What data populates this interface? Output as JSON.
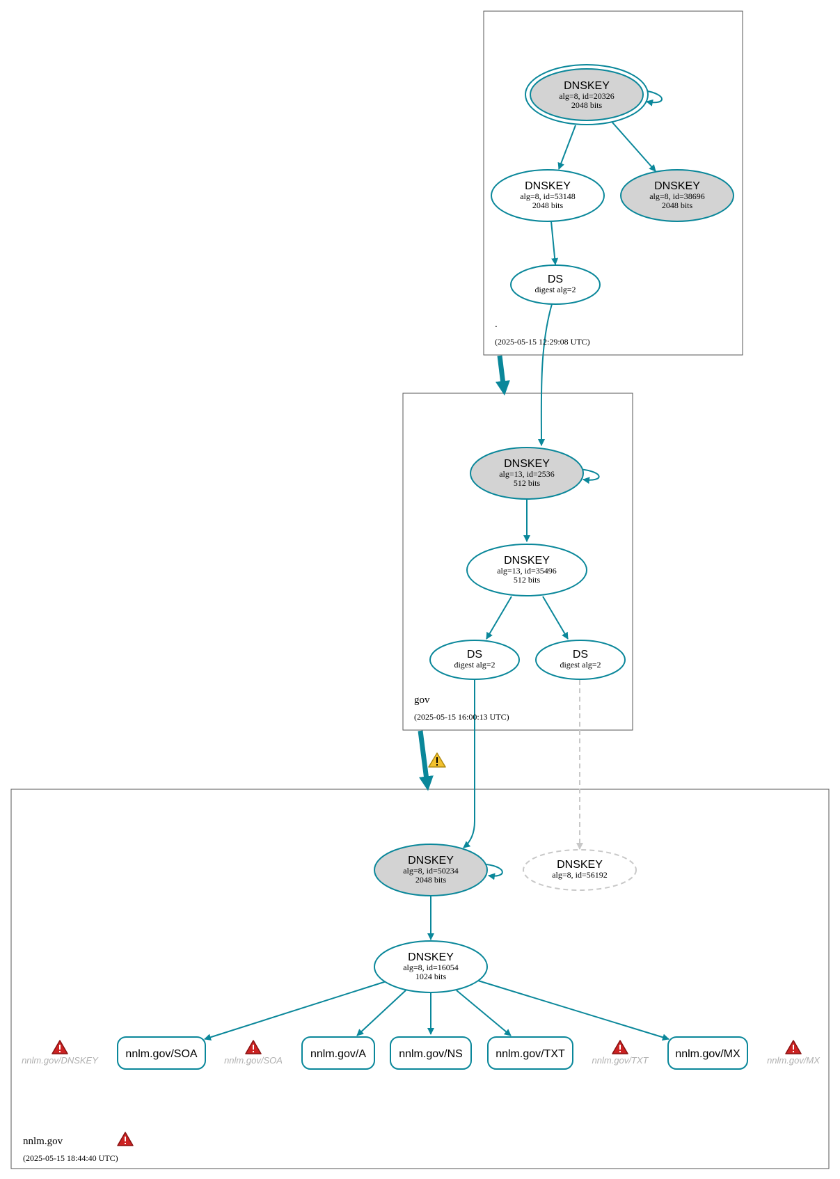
{
  "zones": {
    "root": {
      "name": ".",
      "timestamp": "(2025-05-15 12:29:08 UTC)"
    },
    "gov": {
      "name": "gov",
      "timestamp": "(2025-05-15 16:00:13 UTC)"
    },
    "nnlm": {
      "name": "nnlm.gov",
      "timestamp": "(2025-05-15 18:44:40 UTC)"
    }
  },
  "nodes": {
    "root_ksk": {
      "type": "DNSKEY",
      "line1": "alg=8, id=20326",
      "line2": "2048 bits"
    },
    "root_zsk": {
      "type": "DNSKEY",
      "line1": "alg=8, id=53148",
      "line2": "2048 bits"
    },
    "root_ksk2": {
      "type": "DNSKEY",
      "line1": "alg=8, id=38696",
      "line2": "2048 bits"
    },
    "root_ds": {
      "type": "DS",
      "line1": "digest alg=2"
    },
    "gov_ksk": {
      "type": "DNSKEY",
      "line1": "alg=13, id=2536",
      "line2": "512 bits"
    },
    "gov_zsk": {
      "type": "DNSKEY",
      "line1": "alg=13, id=35496",
      "line2": "512 bits"
    },
    "gov_ds1": {
      "type": "DS",
      "line1": "digest alg=2"
    },
    "gov_ds2": {
      "type": "DS",
      "line1": "digest alg=2"
    },
    "nnlm_ksk": {
      "type": "DNSKEY",
      "line1": "alg=8, id=50234",
      "line2": "2048 bits"
    },
    "nnlm_missing": {
      "type": "DNSKEY",
      "line1": "alg=8, id=56192"
    },
    "nnlm_zsk": {
      "type": "DNSKEY",
      "line1": "alg=8, id=16054",
      "line2": "1024 bits"
    }
  },
  "rrsets": [
    "nnlm.gov/SOA",
    "nnlm.gov/A",
    "nnlm.gov/NS",
    "nnlm.gov/TXT",
    "nnlm.gov/MX"
  ],
  "errors": [
    "nnlm.gov/DNSKEY",
    "nnlm.gov/SOA",
    "nnlm.gov/TXT",
    "nnlm.gov/MX"
  ],
  "colors": {
    "edge": "#0a879a",
    "key_fill": "#d3d3d3",
    "dashed": "#c8c8c8",
    "error": "#cc2222",
    "warning": "#f2c12e"
  }
}
